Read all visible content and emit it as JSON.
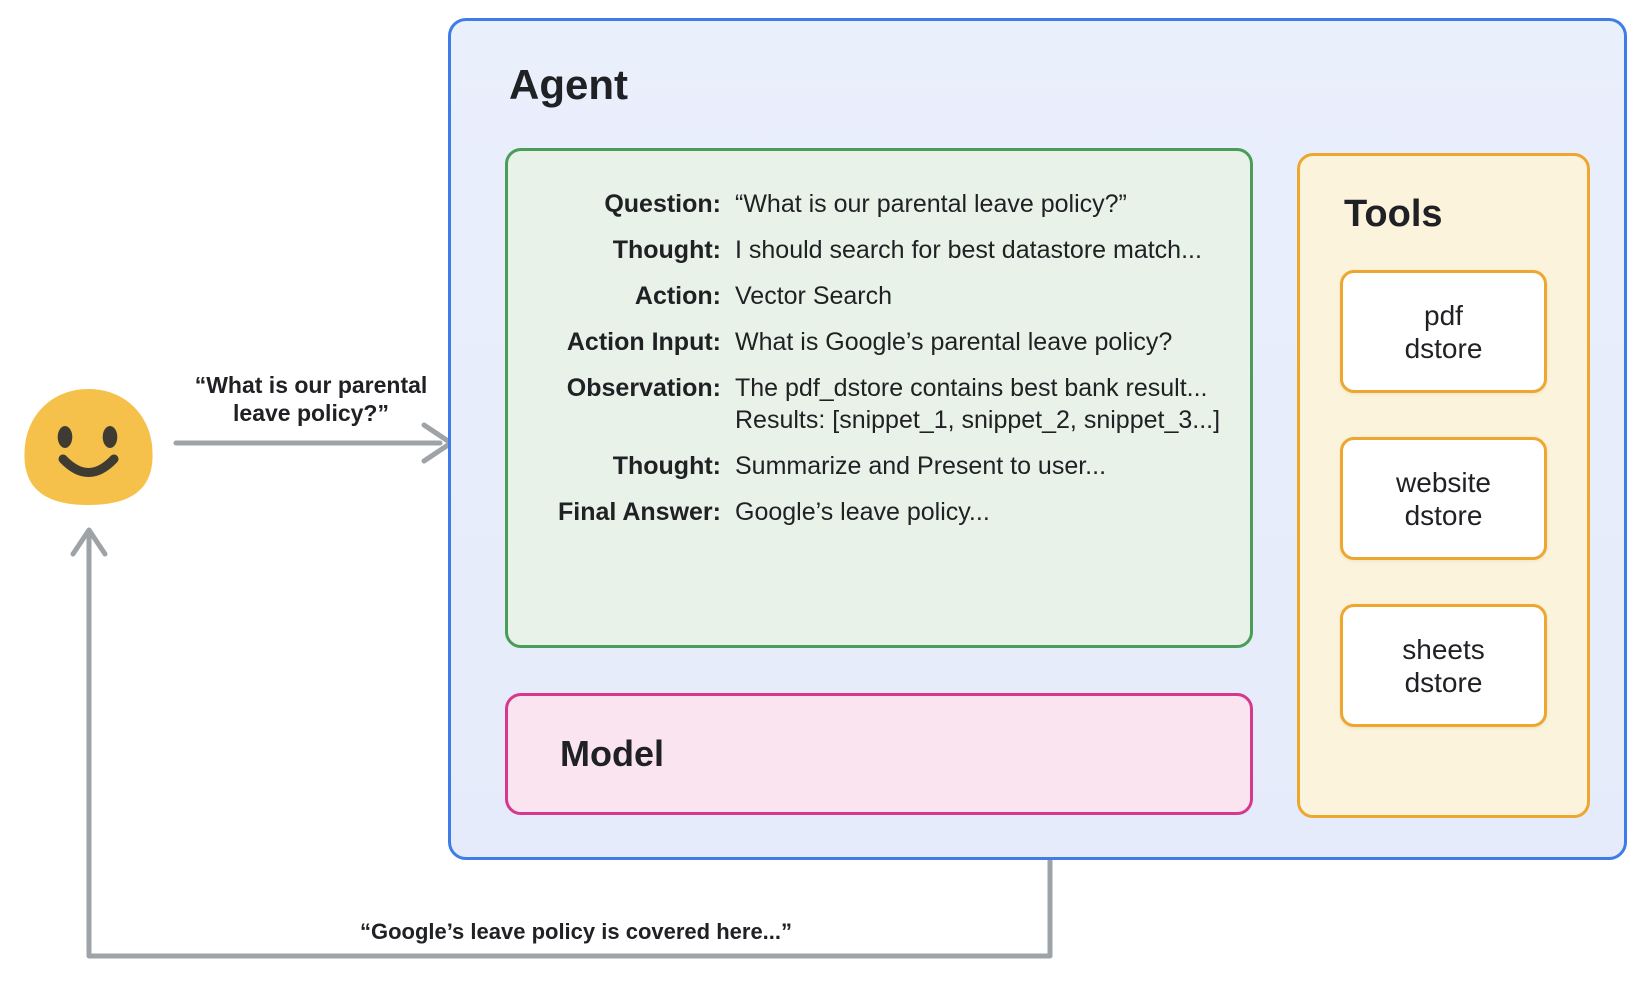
{
  "diagram": {
    "user": {
      "query_lines": [
        "“What is our parental",
        "leave policy?”"
      ],
      "response_text": "“Google’s leave policy is covered here...”"
    },
    "agent": {
      "title": "Agent",
      "scratchpad": {
        "rows": [
          {
            "label": "Question:",
            "value": "“What is our parental leave policy?”"
          },
          {
            "label": "Thought:",
            "value": "I should search for best datastore match..."
          },
          {
            "label": "Action:",
            "value": "Vector Search"
          },
          {
            "label": "Action Input:",
            "value": "What is Google’s parental leave policy?"
          },
          {
            "label": "Observation:",
            "value": "The pdf_dstore contains best bank result...",
            "value_line2": "Results: [snippet_1, snippet_2, snippet_3...]"
          },
          {
            "label": "Thought:",
            "value": "Summarize and Present to user..."
          },
          {
            "label": "Final Answer:",
            "value": "Google’s leave policy..."
          }
        ]
      },
      "model": {
        "title": "Model"
      },
      "tools": {
        "title": "Tools",
        "items": [
          {
            "line1": "pdf",
            "line2": "dstore"
          },
          {
            "line1": "website",
            "line2": "dstore"
          },
          {
            "line1": "sheets",
            "line2": "dstore"
          }
        ]
      }
    },
    "colors": {
      "agent_border": "#3E7CE8",
      "agent_fill": "#E9EEFB",
      "scratchpad_border": "#4A9D58",
      "scratchpad_fill": "#E9F2E9",
      "model_border": "#D6388C",
      "model_fill": "#FAE4F0",
      "tools_border": "#EDA62E",
      "tools_fill": "#FBF3DC",
      "tool_card_fill": "#FFFFFF",
      "arrow_gray": "#9EA3A8",
      "dotted_gray": "#8E9398",
      "text": "#202124",
      "emoji_yellow": "#F5C14A",
      "emoji_features": "#3E3B33"
    }
  }
}
